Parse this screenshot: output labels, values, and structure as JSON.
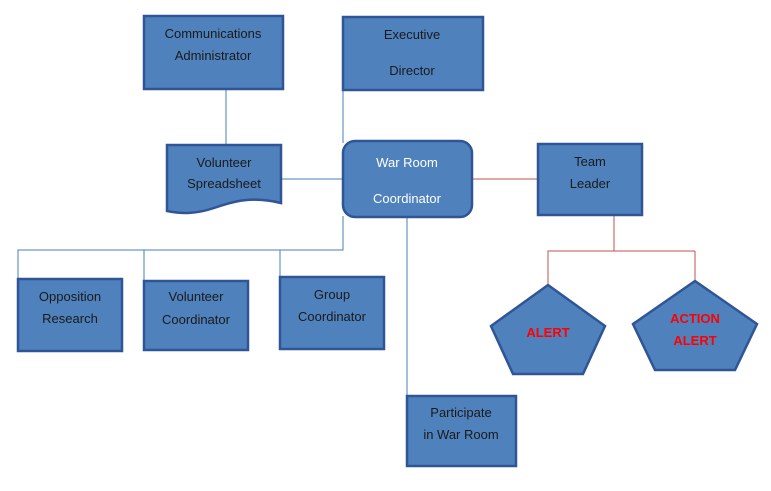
{
  "nodes": {
    "communications_admin": {
      "line1": "Communications",
      "line2": "Administrator"
    },
    "executive_director": {
      "line1": "Executive",
      "line2": "Director"
    },
    "volunteer_spreadsheet": {
      "line1": "Volunteer",
      "line2": "Spreadsheet"
    },
    "war_room_coordinator": {
      "line1": "War Room",
      "line2": "Coordinator"
    },
    "team_leader": {
      "line1": "Team",
      "line2": "Leader"
    },
    "opposition_research": {
      "line1": "Opposition",
      "line2": "Research"
    },
    "volunteer_coordinator": {
      "line1": "Volunteer",
      "line2": "Coordinator"
    },
    "group_coordinator": {
      "line1": "Group",
      "line2": "Coordinator"
    },
    "participate_war_room": {
      "line1": "Participate",
      "line2": "in War Room"
    },
    "alert": {
      "line1": "ALERT"
    },
    "action_alert": {
      "line1": "ACTION",
      "line2": "ALERT"
    }
  },
  "colors": {
    "node_fill": "#4f81bd",
    "node_stroke": "#2f5597",
    "connector_blue": "#4a7ebb",
    "connector_red": "#c0504d",
    "alert_text": "#ff0000",
    "node_text_dark": "#1a1a1a",
    "node_text_light": "#ffffff"
  }
}
